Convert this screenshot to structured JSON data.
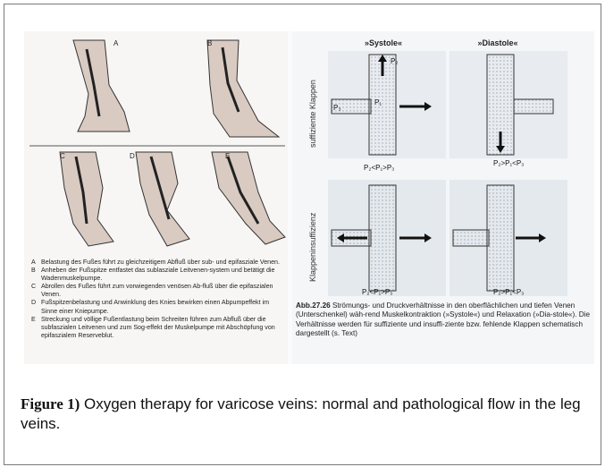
{
  "left_figure": {
    "panel_letters": [
      "A",
      "B",
      "C",
      "D",
      "E"
    ],
    "legend": [
      {
        "key": "A",
        "text": "Belastung des Fußes führt zu gleichzeitigem Abfluß über sub- und epifasziale Venen."
      },
      {
        "key": "B",
        "text": "Anheben der Fußspitze entfastet das sublasziale Leitvenen-system und betätigt die Wadenmuskelpumpe."
      },
      {
        "key": "C",
        "text": "Abrollen des Fußes führt zum vorwiegenden venösen Ab-fluß über die epifaszialen Venen."
      },
      {
        "key": "D",
        "text": "Fußspitzenbelastung und Anwinklung des Knies bewirken einen Abpumpeffekt im Sinne einer Kniepumpe."
      },
      {
        "key": "E",
        "text": "Streckung und völlige Fußentlastung beim Schreiten führen zum Abfluß über die subfaszialen Leitvenen und zum Sog-effekt der Muskelpumpe mit Abschöpfung von epifaszialem Reserveblut."
      }
    ]
  },
  "right_figure": {
    "col_labels": [
      "»Systole«",
      "»Diastole«"
    ],
    "row_labels": [
      "suffiziente Klappen",
      "Klappeninsuffizienz"
    ],
    "pressure_labels": [
      "P₂",
      "P₁",
      "P₃"
    ],
    "equations": [
      "P₂<P₁>P₃",
      "P₂>P₁<P₃",
      "P₂<P₁>P₃",
      "P₂>P₁<P₃"
    ],
    "caption_number": "Abb.27.26",
    "caption_text": "Strömungs- und Druckverhältnisse in den oberflächlichen und tiefen Venen (Unterschenkel) wäh-rend Muskelkontraktion (»Systole«) und Relaxation (»Dia-stole«). Die Verhältnisse werden für suffiziente und insuffi-ziente bzw. fehlende Klappen schematisch dargestellt (s. Text)"
  },
  "figure_caption": {
    "label": "Figure 1)",
    "text": " Oxygen therapy for varicose veins: normal and pathological flow in the leg veins."
  }
}
